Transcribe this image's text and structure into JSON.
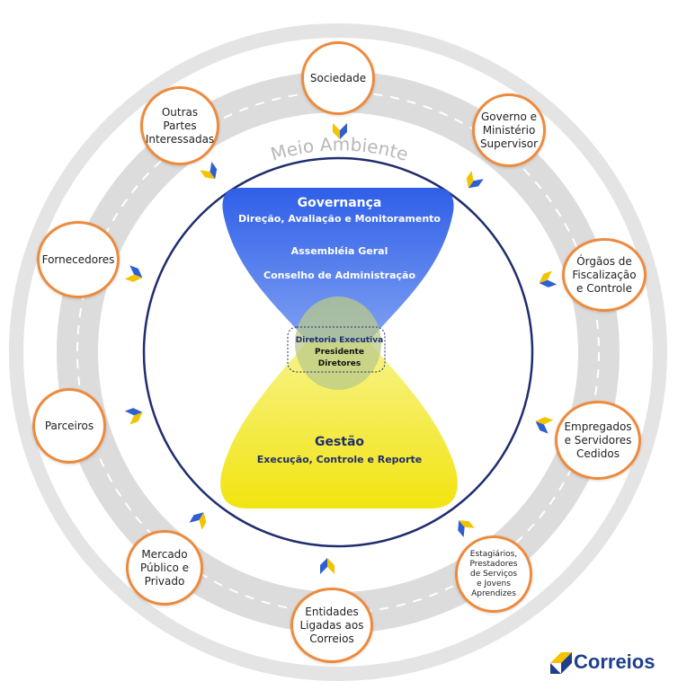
{
  "outer_ring_label": "Meio Ambiente",
  "governance": {
    "title": "Governança",
    "subtitle": "Direção, Avaliação e Monitoramento",
    "line1": "Assembléia Geral",
    "line2": "Conselho de Administração"
  },
  "executive": {
    "title": "Diretoria Executiva",
    "line1": "Presidente",
    "line2": "Diretores"
  },
  "management": {
    "title": "Gestão",
    "subtitle": "Execução, Controle e Reporte"
  },
  "stakeholders": [
    "Sociedade",
    "Governo e\nMinistério\nSupervisor",
    "Órgãos de\nFiscalização\ne Controle",
    "Empregados\ne Servidores\nCedidos",
    "Estagiários,\nPrestadores\nde Serviços\ne Jovens\nAprendizes",
    "Entidades\nLigadas aos\nCorreios",
    "Mercado\nPúblico e\nPrivado",
    "Parceiros",
    "Fornecedores",
    "Outras\nPartes\nInteressadas"
  ],
  "logo_text": "Correios",
  "colors": {
    "orange": "#ee8a3c",
    "navy": "#1f2e6e",
    "blue": "#3f6fe0",
    "yellow": "#f3e81a",
    "logo_blue": "#1f3f8c",
    "logo_yellow": "#f6c200"
  }
}
